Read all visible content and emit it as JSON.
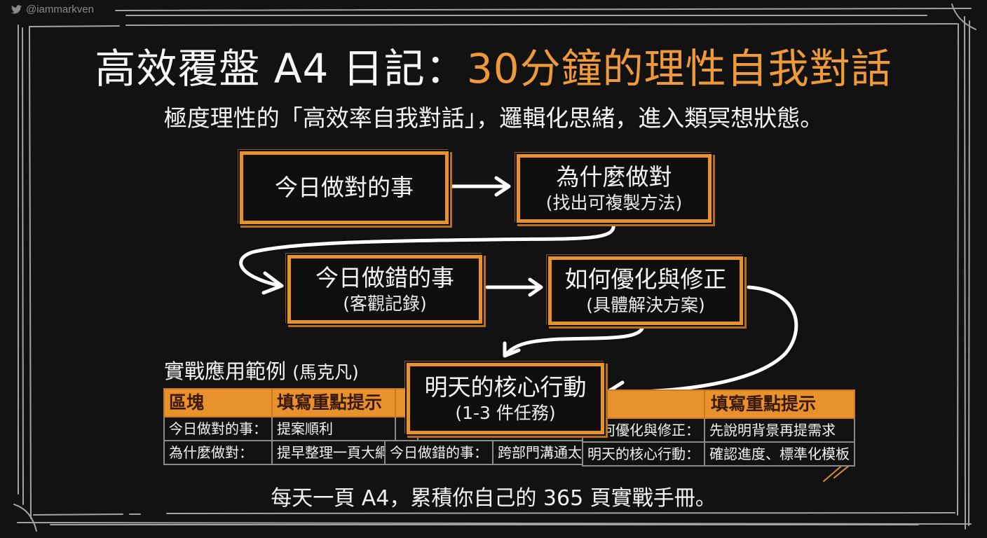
{
  "credit": {
    "icon": "twitter-bird-icon",
    "handle": "@iammarkven"
  },
  "title": {
    "white_part": "高效覆盤 A4 日記：",
    "orange_part": "30分鐘的理性自我對話"
  },
  "subtitle": "極度理性的「高效率自我對話」，邏輯化思緒，進入類冥想狀態。",
  "flow": {
    "steps": [
      {
        "main": "今日做對的事",
        "sub": ""
      },
      {
        "main": "為什麼做對",
        "sub": "(找出可複製方法)"
      },
      {
        "main": "今日做錯的事",
        "sub": "(客觀記錄)"
      },
      {
        "main": "如何優化與修正",
        "sub": "(具體解決方案)"
      },
      {
        "main": "明天的核心行動",
        "sub": "(1-3 件任務)"
      }
    ]
  },
  "example": {
    "title": "實戰應用範例",
    "author": "(馬克凡)",
    "left_table": {
      "headers": [
        "區塊",
        "填寫重點提示"
      ],
      "rows": [
        [
          "今日做對的事：",
          "提案順利"
        ],
        [
          "為什麼做對：",
          "提早整理一頁大綱"
        ]
      ]
    },
    "middle_table": {
      "rows": [
        [
          "今日做錯的事：",
          "跨部門溝通太急"
        ]
      ]
    },
    "right_table": {
      "headers": [
        "",
        "填寫重點提示"
      ],
      "rows": [
        [
          "如何優化與修正：",
          "先說明背景再提需求"
        ],
        [
          "明天的核心行動：",
          "確認進度、標準化模板"
        ]
      ]
    }
  },
  "footer": "每天一頁 A4，累積你自己的 365 頁實戰手冊。",
  "colors": {
    "background": "#121212",
    "accent_orange": "#e8922e",
    "title_orange": "#ee9a3a",
    "text": "#f4f4f4",
    "chalk_line": "#9a9a9a"
  }
}
